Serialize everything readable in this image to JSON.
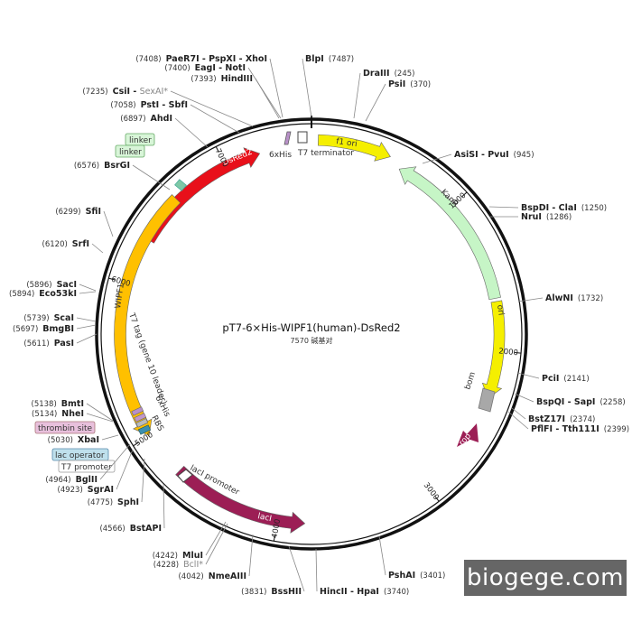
{
  "map": {
    "title": "pT7-6×His-WIPF1(human)-DsRed2",
    "subtitle": "7570 碱基对",
    "total_bp": 7570
  },
  "ticks": [
    {
      "label": "1000"
    },
    {
      "label": "2000"
    },
    {
      "label": "3000"
    },
    {
      "label": "4000"
    },
    {
      "label": "5000"
    },
    {
      "label": "6000"
    },
    {
      "label": "7000"
    }
  ],
  "features": {
    "dsred2": {
      "label": "DsRed2",
      "color": "#e8101a"
    },
    "his6_top": {
      "label": "6xHis",
      "color": "#b890c8"
    },
    "t7_terminator": {
      "label": "T7 terminator"
    },
    "f1_ori": {
      "label": "f1 ori",
      "color": "#f5ef00"
    },
    "kanr": {
      "label": "KanR",
      "color": "#c6f5c6"
    },
    "ori": {
      "label": "ori",
      "color": "#f5ef00"
    },
    "bom": {
      "label": "bom",
      "color": "#a8a8a8"
    },
    "rop": {
      "label": "rop",
      "color": "#9c1e55"
    },
    "laci": {
      "label": "lacI",
      "color": "#9c1e55"
    },
    "laci_promoter": {
      "label": "lacI promoter"
    },
    "wipf1": {
      "label": "WIPF1",
      "color": "#ffc000"
    },
    "t7_tag": {
      "label": "T7 tag (gene 10 leader)"
    },
    "his6_bottom": {
      "label": "6xHis"
    },
    "rbs": {
      "label": "RBS"
    },
    "linker1": {
      "label": "linker"
    },
    "linker2": {
      "label": "linker"
    },
    "thrombin": {
      "label": "thrombin site"
    },
    "lac_operator": {
      "label": "lac operator"
    },
    "t7_promoter": {
      "label": "T7 promoter"
    }
  },
  "sites_right": [
    {
      "name": "BlpI",
      "pos": "(7487)"
    },
    {
      "name": "DraIII",
      "pos": "(245)"
    },
    {
      "name": "PsiI",
      "pos": "(370)"
    },
    {
      "name": "AsiSI - PvuI",
      "pos": "(945)"
    },
    {
      "name": "BspDI - ClaI",
      "pos": "(1250)"
    },
    {
      "name": "NruI",
      "pos": "(1286)"
    },
    {
      "name": "AlwNI",
      "pos": "(1732)"
    },
    {
      "name": "PciI",
      "pos": "(2141)"
    },
    {
      "name": "BspQI - SapI",
      "pos": "(2258)"
    },
    {
      "name": "BstZ17I",
      "pos": "(2374)"
    },
    {
      "name": "PflFI - Tth111I",
      "pos": "(2399)"
    },
    {
      "name": "PshAI",
      "pos": "(3401)"
    },
    {
      "name": "HincII - HpaI",
      "pos": "(3740)"
    }
  ],
  "sites_left": [
    {
      "name": "PaeR7I - PspXI - XhoI",
      "pos": "(7408)"
    },
    {
      "name": "EagI - NotI",
      "pos": "(7400)"
    },
    {
      "name": "HindIII",
      "pos": "(7393)"
    },
    {
      "name": "CsiI",
      "extra": "SexAI*",
      "pos": "(7235)"
    },
    {
      "name": "PstI - SbfI",
      "pos": "(7058)"
    },
    {
      "name": "AhdI",
      "pos": "(6897)"
    },
    {
      "name": "BsrGI",
      "pos": "(6576)"
    },
    {
      "name": "SfiI",
      "pos": "(6299)"
    },
    {
      "name": "SrfI",
      "pos": "(6120)"
    },
    {
      "name": "SacI",
      "pos": "(5896)"
    },
    {
      "name": "Eco53kI",
      "pos": "(5894)"
    },
    {
      "name": "ScaI",
      "pos": "(5739)"
    },
    {
      "name": "BmgBI",
      "pos": "(5697)"
    },
    {
      "name": "PasI",
      "pos": "(5611)"
    },
    {
      "name": "BmtI",
      "pos": "(5138)"
    },
    {
      "name": "NheI",
      "pos": "(5134)"
    },
    {
      "name": "XbaI",
      "pos": "(5030)"
    },
    {
      "name": "BglII",
      "pos": "(4964)"
    },
    {
      "name": "SgrAI",
      "pos": "(4923)"
    },
    {
      "name": "SphI",
      "pos": "(4775)"
    },
    {
      "name": "BstAPI",
      "pos": "(4566)"
    },
    {
      "name": "MluI",
      "pos": "(4242)"
    },
    {
      "name": "BclI*",
      "pos": "(4228)",
      "grey": true
    },
    {
      "name": "NmeAIII",
      "pos": "(4042)"
    },
    {
      "name": "BssHII",
      "pos": "(3831)"
    }
  ],
  "watermark": "biogege.com"
}
